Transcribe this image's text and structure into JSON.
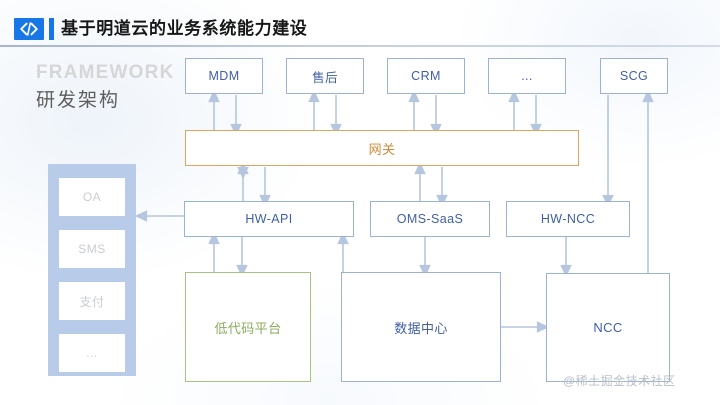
{
  "header": {
    "logo_glyph": "</>",
    "title": "基于明道云的业务系统能力建设"
  },
  "caption": {
    "en": "FRAMEWORK",
    "cn": "研发架构"
  },
  "colors": {
    "brand_blue": "#1877e6",
    "node_border_blue": "#9bb2d6",
    "node_text_blue": "#3f5fa6",
    "gateway_border": "#e0a45c",
    "gateway_text": "#d08a3d",
    "lowcode_border": "#a9c47e",
    "lowcode_text": "#89ad5c",
    "stack_fill": "#b8cbe8",
    "arrow": "#b5c6de"
  },
  "diagram": {
    "top_row": [
      {
        "id": "mdm",
        "label": "MDM"
      },
      {
        "id": "after_sales",
        "label": "售后"
      },
      {
        "id": "crm",
        "label": "CRM"
      },
      {
        "id": "etc",
        "label": "..."
      },
      {
        "id": "scg",
        "label": "SCG"
      }
    ],
    "gateway": {
      "id": "gateway",
      "label": "网关"
    },
    "middle_row": [
      {
        "id": "hw_api",
        "label": "HW-API"
      },
      {
        "id": "oms_saas",
        "label": "OMS-SaaS"
      },
      {
        "id": "hw_ncc",
        "label": "HW-NCC"
      }
    ],
    "bottom_row": [
      {
        "id": "lowcode",
        "label": "低代码平台"
      },
      {
        "id": "datacenter",
        "label": "数据中心"
      },
      {
        "id": "ncc",
        "label": "NCC"
      }
    ],
    "left_stack": [
      {
        "id": "oa",
        "label": "OA"
      },
      {
        "id": "sms",
        "label": "SMS"
      },
      {
        "id": "pay",
        "label": "支付"
      },
      {
        "id": "more",
        "label": "..."
      }
    ]
  },
  "watermark": {
    "text": "@稀土掘金技术社区"
  }
}
